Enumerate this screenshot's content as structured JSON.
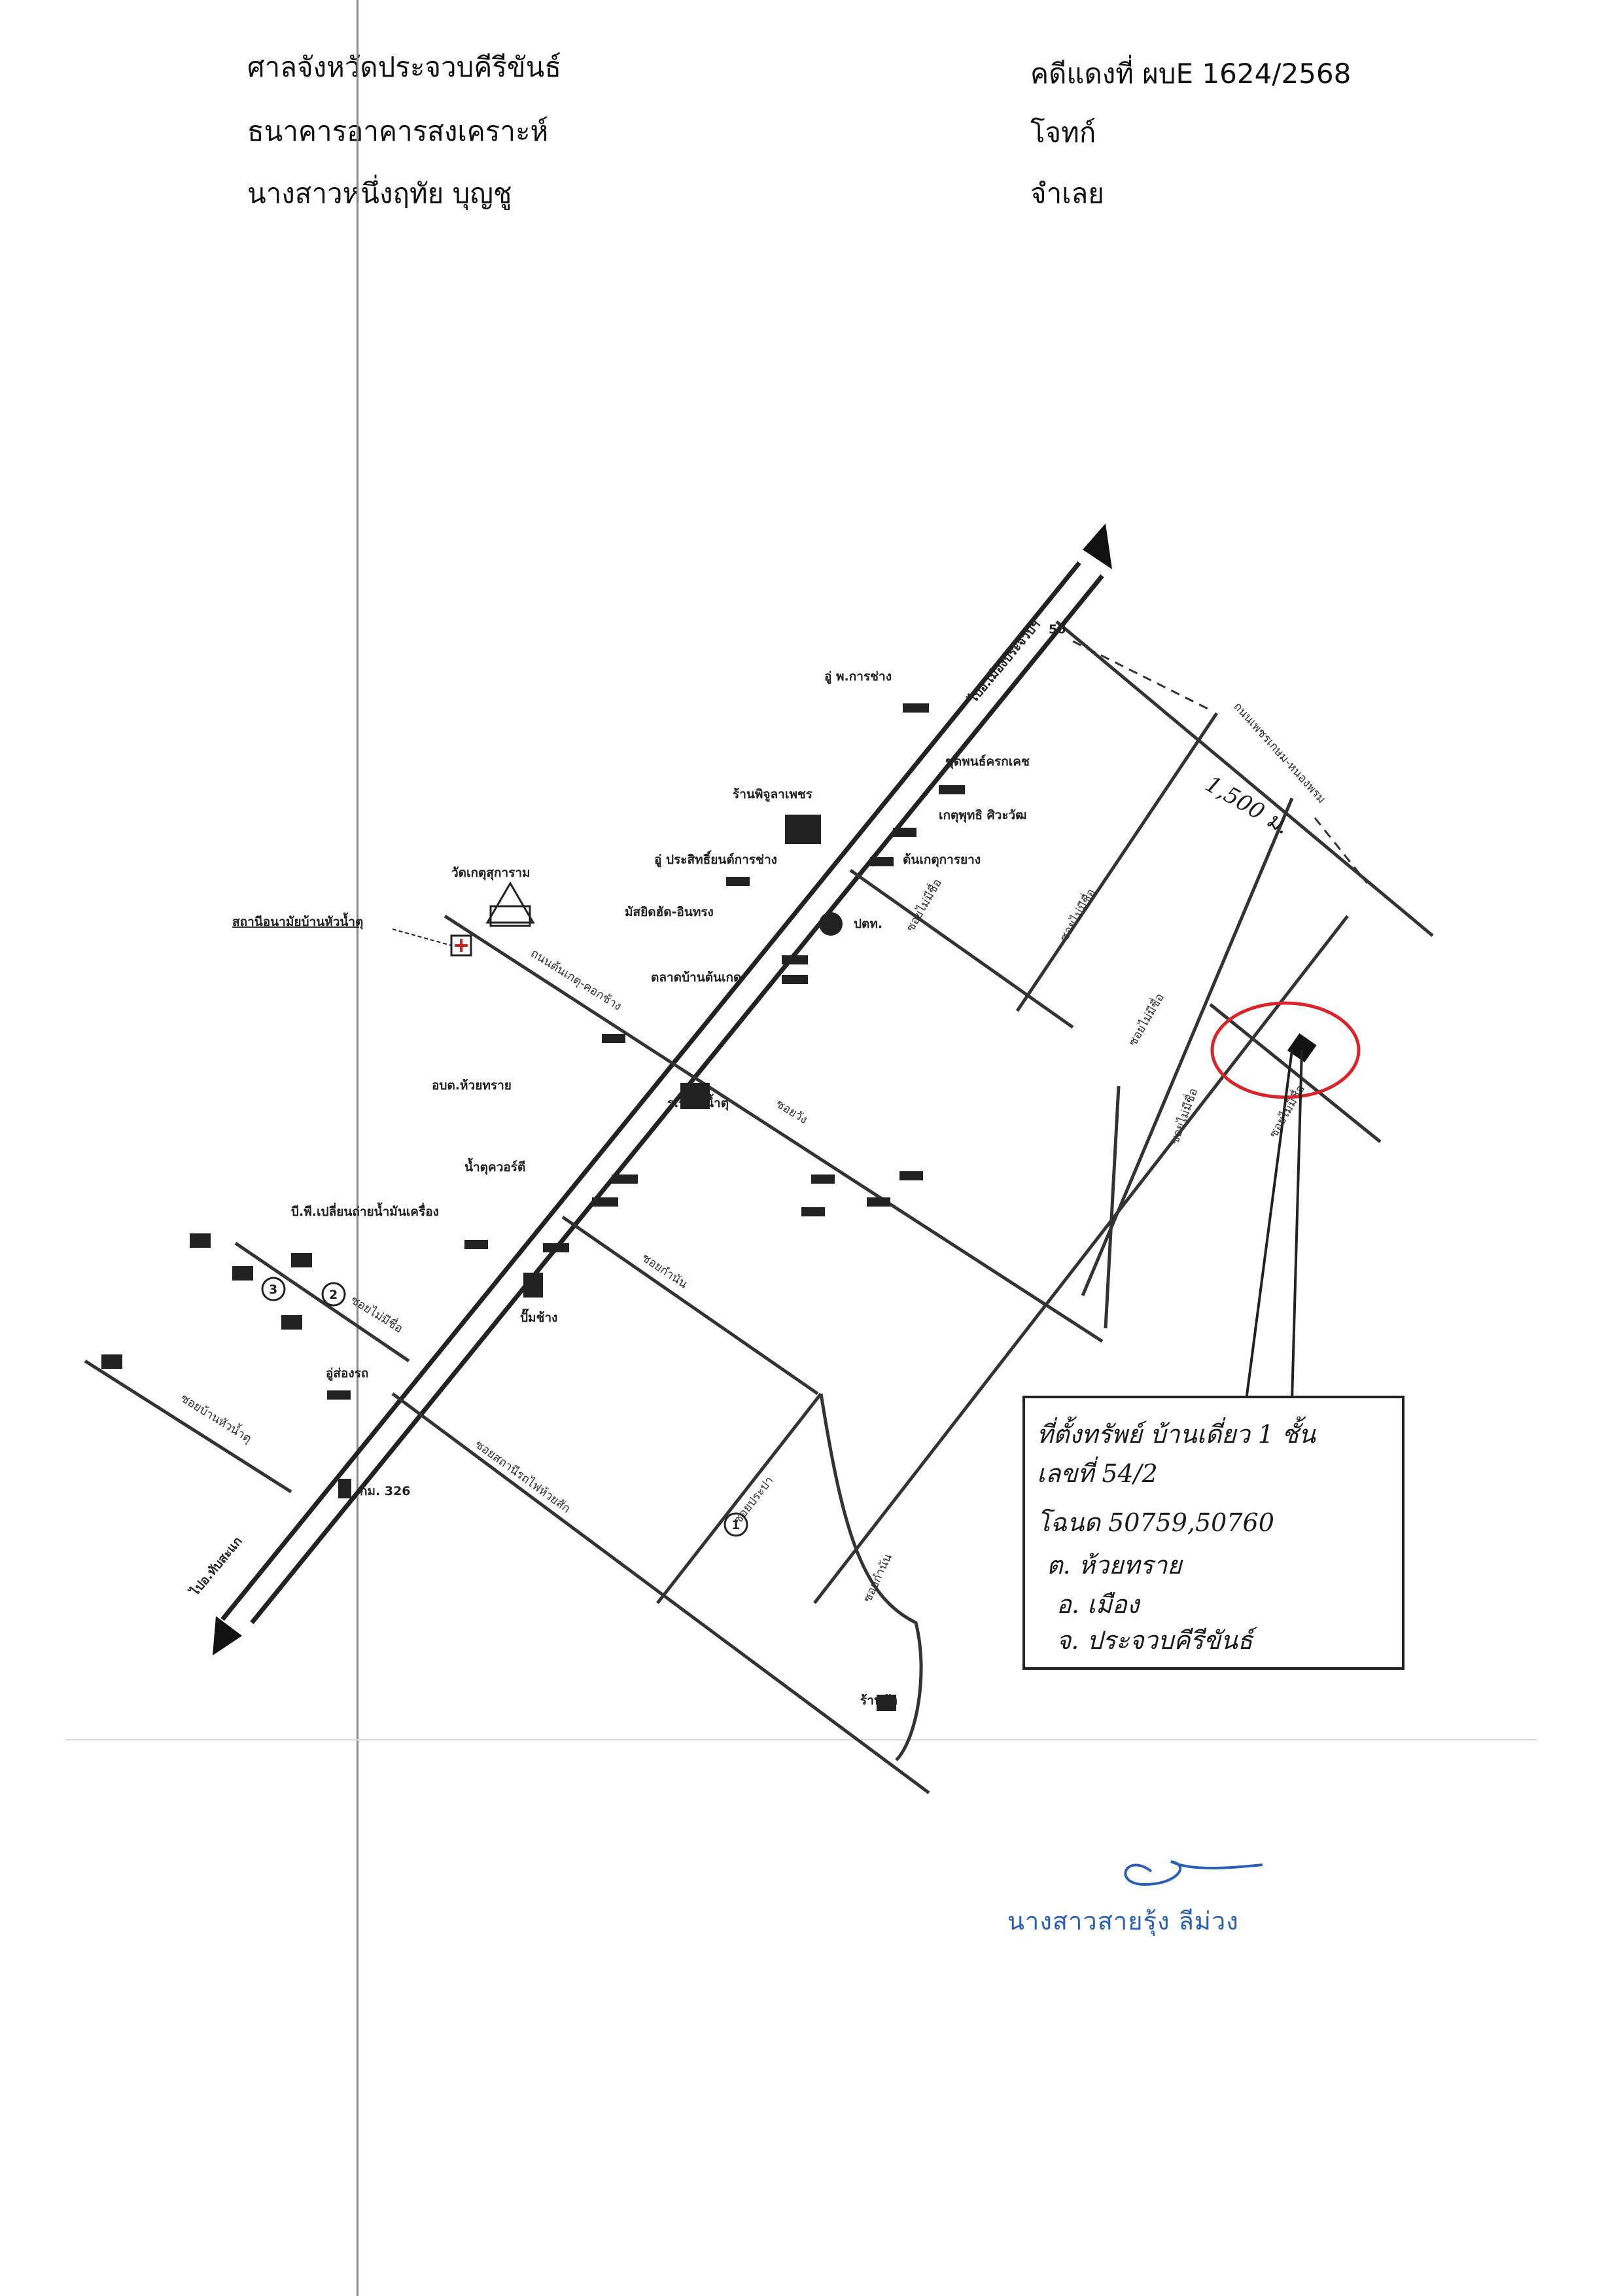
{
  "header": {
    "court": "ศาลจังหวัดประจวบคีรีขันธ์",
    "plaintiff": "ธนาคารอาคารสงเคราะห์",
    "defendant": "นางสาวหนึ่งฤทัย  บุญชู",
    "case_no": "คดีแดงที่ ผบE 1624/2568",
    "plaintiff_role": "โจทก์",
    "defendant_role": "จำเลย"
  },
  "map": {
    "direction_north": "ไปอ.เมืองประจวบฯ",
    "direction_south": "ไปอ.ทับสะแก",
    "main_road_right": "ถนนเพชรเกษม-หนองพรม",
    "distance": "1,500 ม.",
    "landmarks": [
      {
        "id": "lm1",
        "text": "อู่ พ.การช่าง"
      },
      {
        "id": "lm2",
        "text": "ชุดพนธ์ครกเคช"
      },
      {
        "id": "lm3",
        "text": "ร้านพิจูลาเพชร"
      },
      {
        "id": "lm4",
        "text": "เกตุพุทธิ ศิวะวัฒ"
      },
      {
        "id": "lm5",
        "text": "ต้นเกตุการยาง"
      },
      {
        "id": "lm6",
        "text": "อู่ ประสิทธิ์ยนต์การช่าง"
      },
      {
        "id": "lm7",
        "text": "วัดเกตุสุการาม"
      },
      {
        "id": "lm8",
        "text": "มัสยิดฮัด-อินทรง"
      },
      {
        "id": "lm9",
        "text": "ปตท."
      },
      {
        "id": "lm10",
        "text": "สถานีอนามัยบ้านหัวน้ำตุ"
      },
      {
        "id": "lm11",
        "text": "ถนนต้นเกตุ-คอกช้าง"
      },
      {
        "id": "lm12",
        "text": "ตลาดบ้านต้นเกด"
      },
      {
        "id": "lm13",
        "text": "อบต.ห้วยทราย"
      },
      {
        "id": "lm14",
        "text": "ร.ร.หัวน้ำตุ"
      },
      {
        "id": "lm15",
        "text": "ซอยวัง"
      },
      {
        "id": "lm16",
        "text": "น้ำตุควอร์ตี"
      },
      {
        "id": "lm17",
        "text": "บี.พี.เปลี่ยนถ่ายน้ำมันเครื่อง"
      },
      {
        "id": "lm18",
        "text": "ซอยกำนัน"
      },
      {
        "id": "lm19",
        "text": "ปั๊มช้าง"
      },
      {
        "id": "lm20",
        "text": "ซอยไม่มีชื่อ"
      },
      {
        "id": "lm21",
        "text": "อู่ส่องรถ"
      },
      {
        "id": "lm22",
        "text": "ซอยบ้านหัวน้ำตุ"
      },
      {
        "id": "lm23",
        "text": "กม. 326"
      },
      {
        "id": "lm24",
        "text": "ซอยสถานีรถไฟห้วยสัก"
      },
      {
        "id": "lm25",
        "text": "ซอยประปา"
      },
      {
        "id": "lm26",
        "text": "ซอยกำนัน"
      },
      {
        "id": "lm27",
        "text": "ร้านค้า"
      },
      {
        "id": "lm28",
        "text": "ซอยไม่มีชื่อ"
      },
      {
        "id": "lm29",
        "text": "ซอยไม่มีชื่อ"
      },
      {
        "id": "lm30",
        "text": "ซอยไม่มีชื่อ"
      },
      {
        "id": "lm31",
        "text": "ซอยไม่มีชื่อ"
      },
      {
        "id": "lm32",
        "text": "ซอยไม่มีชื่อ"
      }
    ],
    "markers": [
      "1",
      "2",
      "3"
    ],
    "top_marker": "50",
    "note": {
      "line1": "ที่ตั้งทรัพย์ บ้านเดี่ยว 1 ชั้น",
      "line2": "เลขที่  54/2",
      "line3": "โฉนด  50759,50760",
      "line4": "ต. ห้วยทราย",
      "line5": "อ. เมือง",
      "line6": "จ. ประจวบคีรีขันธ์"
    }
  },
  "signature": {
    "name": "นางสาวสายรุ้ง  ลีม่วง"
  },
  "colors": {
    "ink": "#111111",
    "red_circle": "#d9252a",
    "signature_blue": "#2a5fb8"
  }
}
